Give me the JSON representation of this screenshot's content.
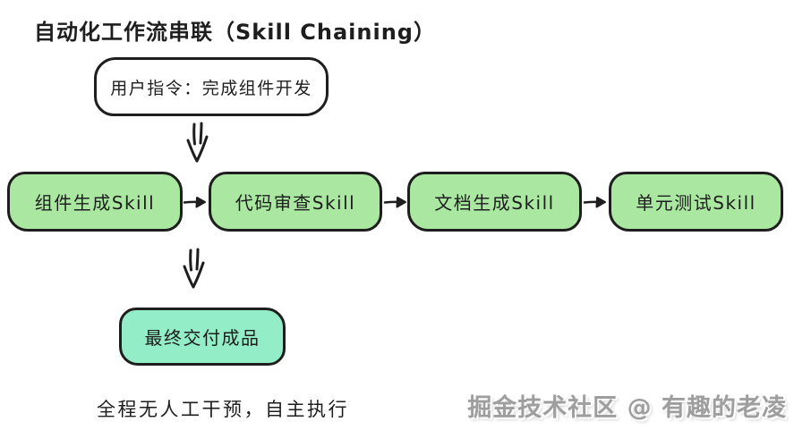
{
  "title": "自动化工作流串联（Skill Chaining）",
  "user_command": "用户指令：完成组件开发",
  "skills": [
    "组件生成Skill",
    "代码审查Skill",
    "文档生成Skill",
    "单元测试Skill"
  ],
  "final_deliverable": "最终交付成品",
  "footer_note": "全程无人工干预，自主执行",
  "watermark": "掘金技术社区 @ 有趣的老凌",
  "icons": {
    "double_down_arrow": "⇓",
    "flow_arrow": "→"
  },
  "colors": {
    "skill_green": "#aae8a2",
    "deliverable_teal": "#93edc7",
    "stroke": "#1e1e1e",
    "watermark_gray": "#9e9e9e"
  }
}
